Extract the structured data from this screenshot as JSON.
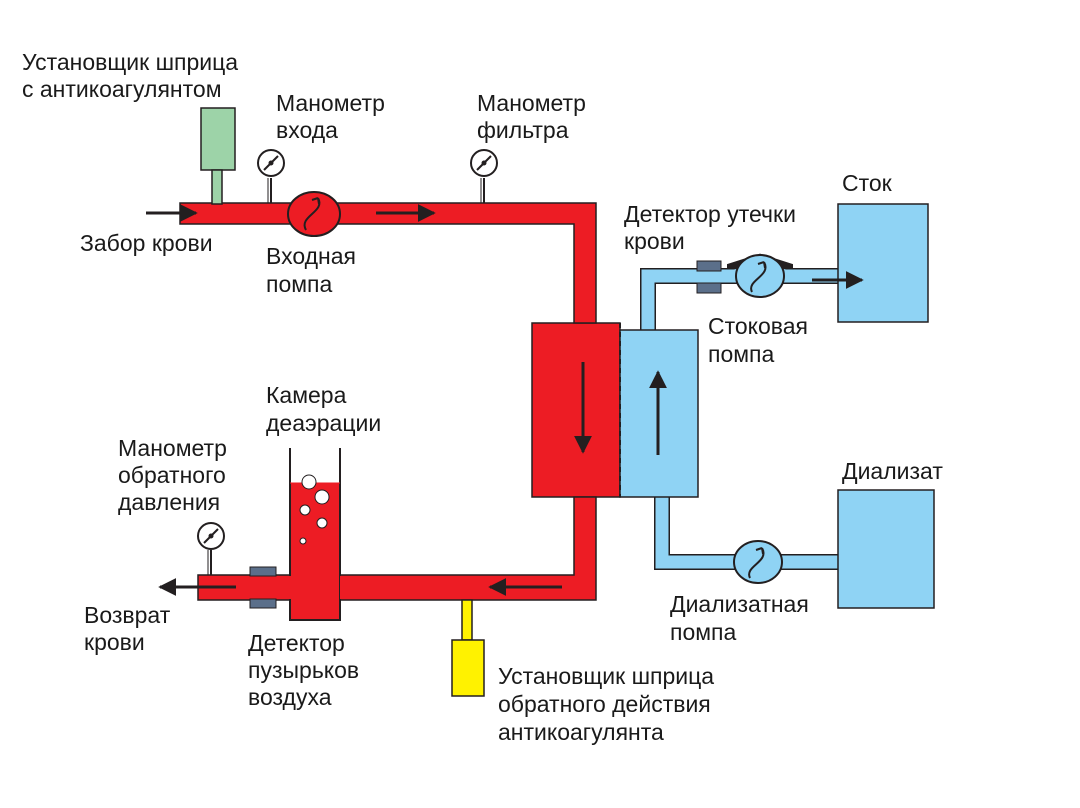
{
  "labels": {
    "anticoag_syringe": [
      "Установщик шприца",
      "с антикоагулянтом"
    ],
    "inlet_gauge": [
      "Манометр",
      "входа"
    ],
    "filter_gauge": [
      "Манометр",
      "фильтра"
    ],
    "blood_intake": [
      "Забор крови"
    ],
    "inlet_pump": [
      "Входная",
      "помпа"
    ],
    "drain": [
      "Сток"
    ],
    "leak_detector": [
      "Детектор утечки",
      "крови"
    ],
    "drain_pump": [
      "Стоковая",
      "помпа"
    ],
    "deaeration_chamber": [
      "Камера",
      "деаэрации"
    ],
    "return_gauge": [
      "Манометр",
      "обратного",
      "давления"
    ],
    "dialysate": [
      "Диализат"
    ],
    "blood_return": [
      "Возврат",
      "крови"
    ],
    "bubble_detector": [
      "Детектор",
      "пузырьков",
      "воздуха"
    ],
    "dialysate_pump": [
      "Диализатная",
      "помпа"
    ],
    "reverse_syringe": [
      "Установщик шприца",
      "обратного действия",
      "антикоагулянта"
    ]
  },
  "colors": {
    "blood": "#ed1c24",
    "dialysate": "#8fd3f4",
    "anticoag_syringe": "#9dd3a8",
    "reverse_syringe": "#fff200",
    "detector": "#5b6f8a",
    "outline": "#231f20"
  }
}
